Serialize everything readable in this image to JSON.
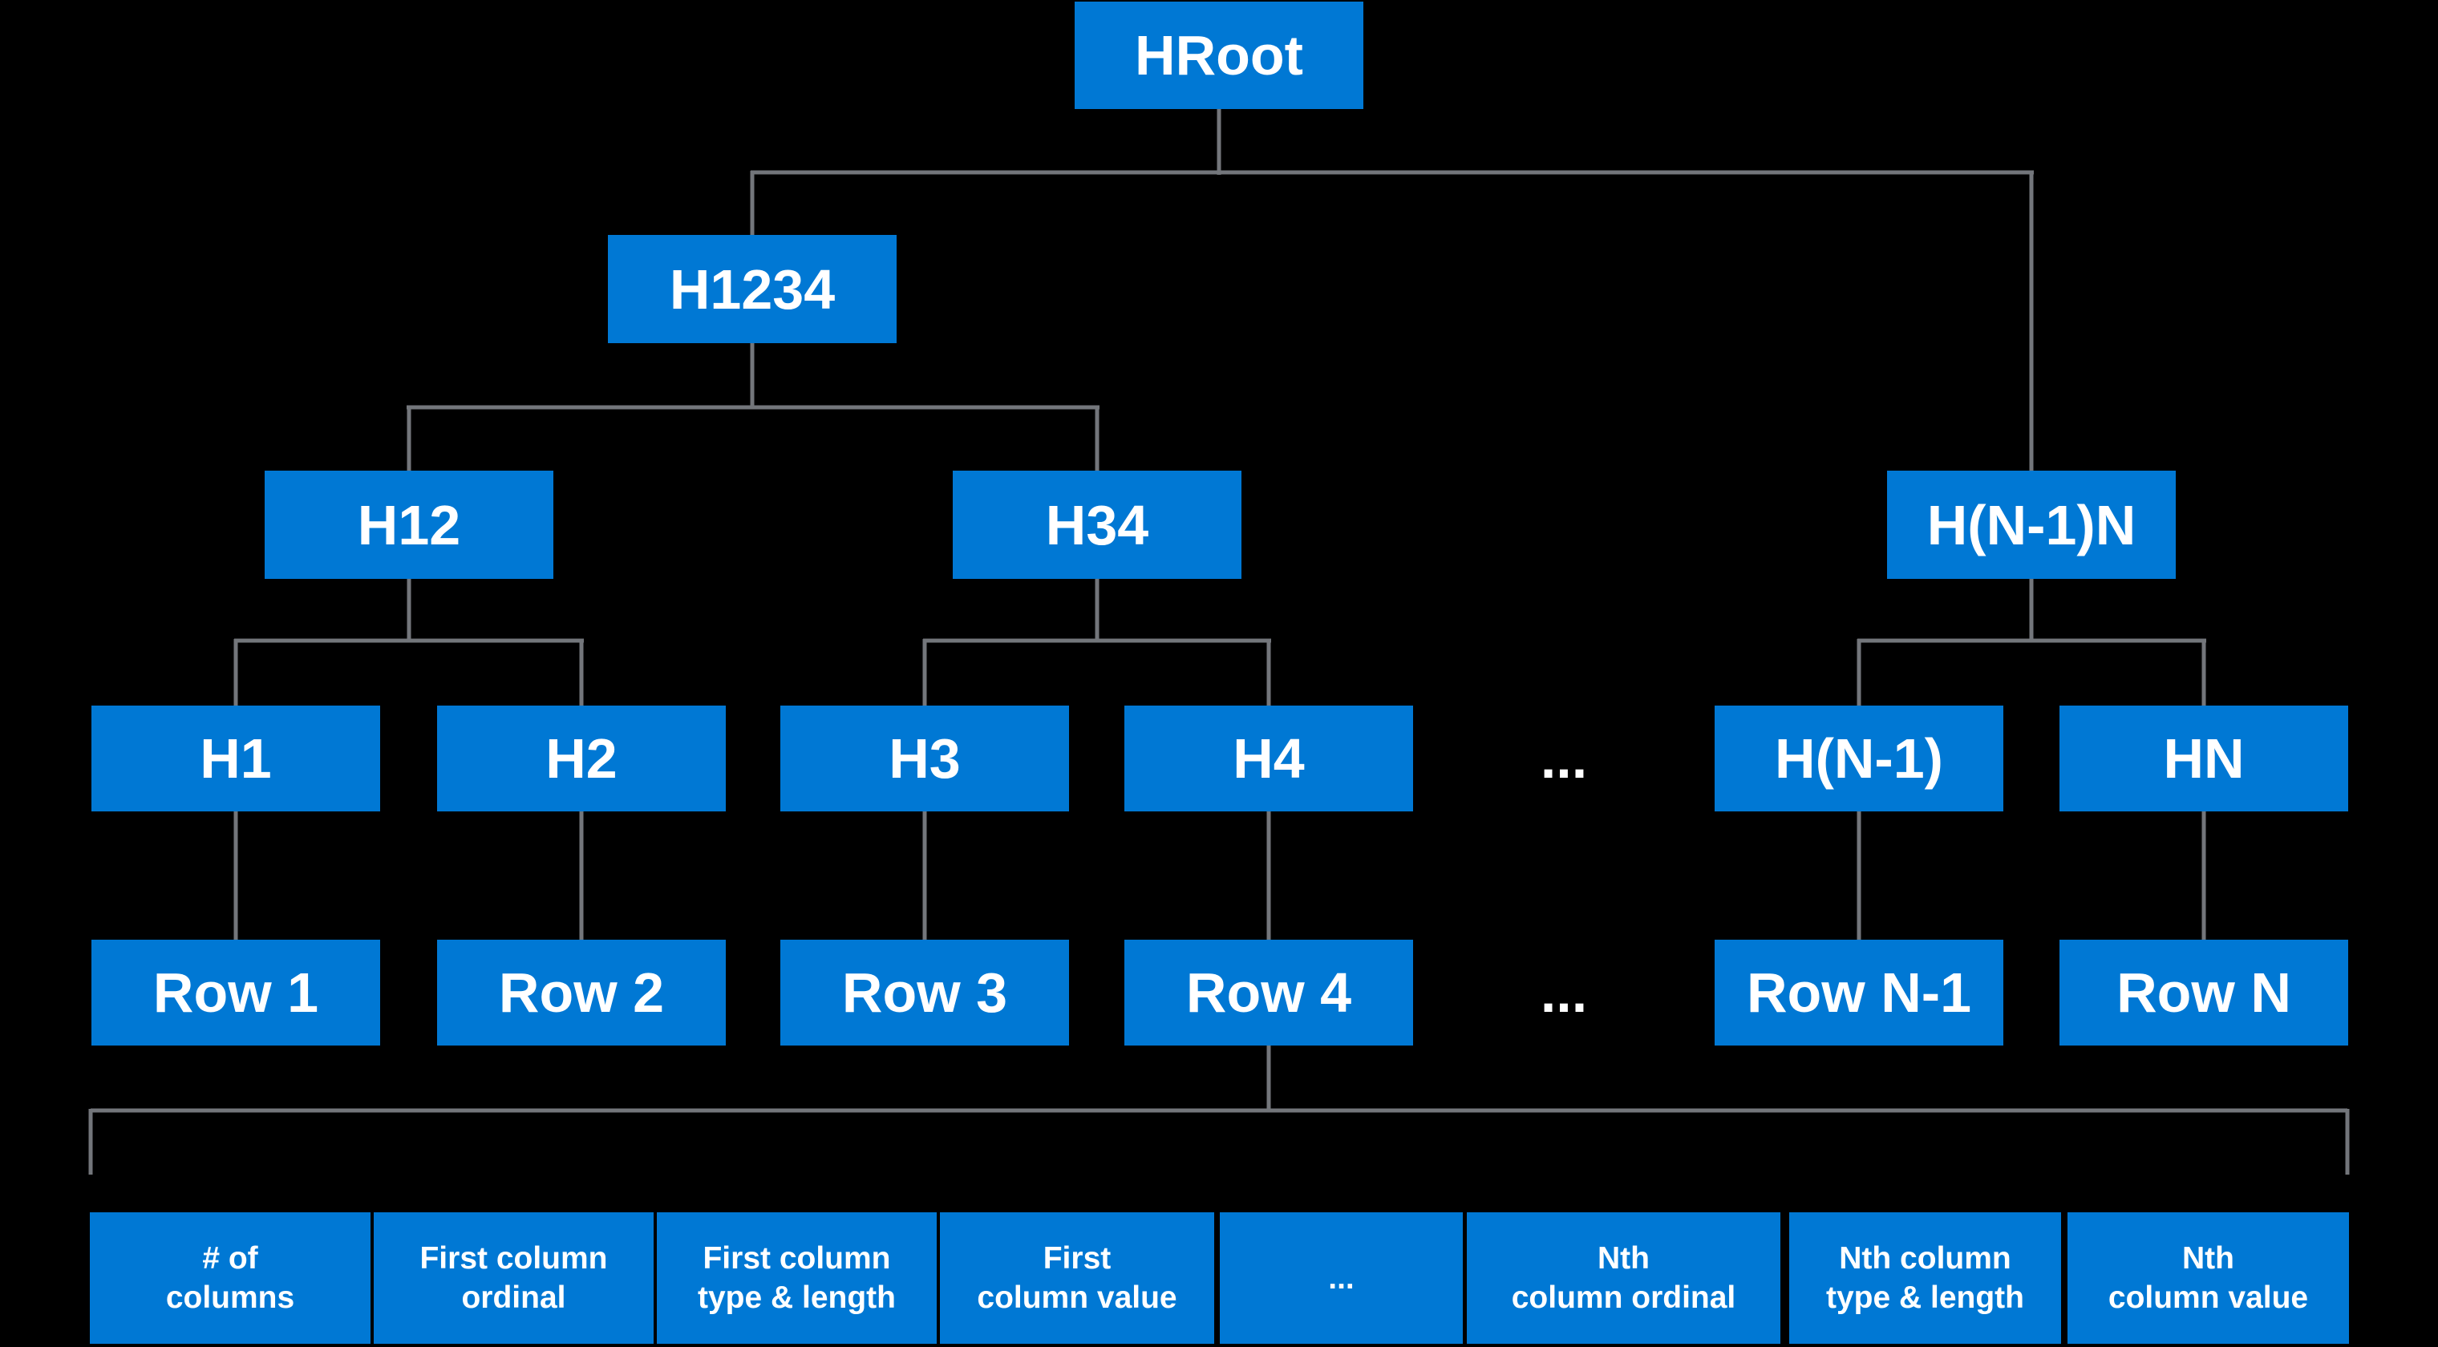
{
  "colors": {
    "background": "#000000",
    "box_blue": "#0078D4",
    "line_gray": "#73767B",
    "text": "#FFFFFF"
  },
  "tree": {
    "root": {
      "label": "HRoot"
    },
    "level2": [
      {
        "label": "H1234"
      }
    ],
    "level3": [
      {
        "label": "H12"
      },
      {
        "label": "H34"
      },
      {
        "label": "H(N-1)N"
      }
    ],
    "level4": [
      {
        "label": "H1"
      },
      {
        "label": "H2"
      },
      {
        "label": "H3"
      },
      {
        "label": "H4"
      },
      {
        "label": "H(N-1)"
      },
      {
        "label": "HN"
      }
    ],
    "level4_ellipsis": "...",
    "level5": [
      {
        "label": "Row 1"
      },
      {
        "label": "Row 2"
      },
      {
        "label": "Row 3"
      },
      {
        "label": "Row 4"
      },
      {
        "label": "Row N-1"
      },
      {
        "label": "Row N"
      }
    ],
    "level5_ellipsis": "...",
    "row_fields": [
      {
        "line1": "# of",
        "line2": "columns"
      },
      {
        "line1": "First column",
        "line2": "ordinal"
      },
      {
        "line1": "First column",
        "line2": "type & length"
      },
      {
        "line1": "First",
        "line2": "column value"
      },
      {
        "line1": "...",
        "line2": ""
      },
      {
        "line1": "Nth",
        "line2": "column ordinal"
      },
      {
        "line1": "Nth column",
        "line2": "type & length"
      },
      {
        "line1": "Nth",
        "line2": "column value"
      }
    ]
  }
}
